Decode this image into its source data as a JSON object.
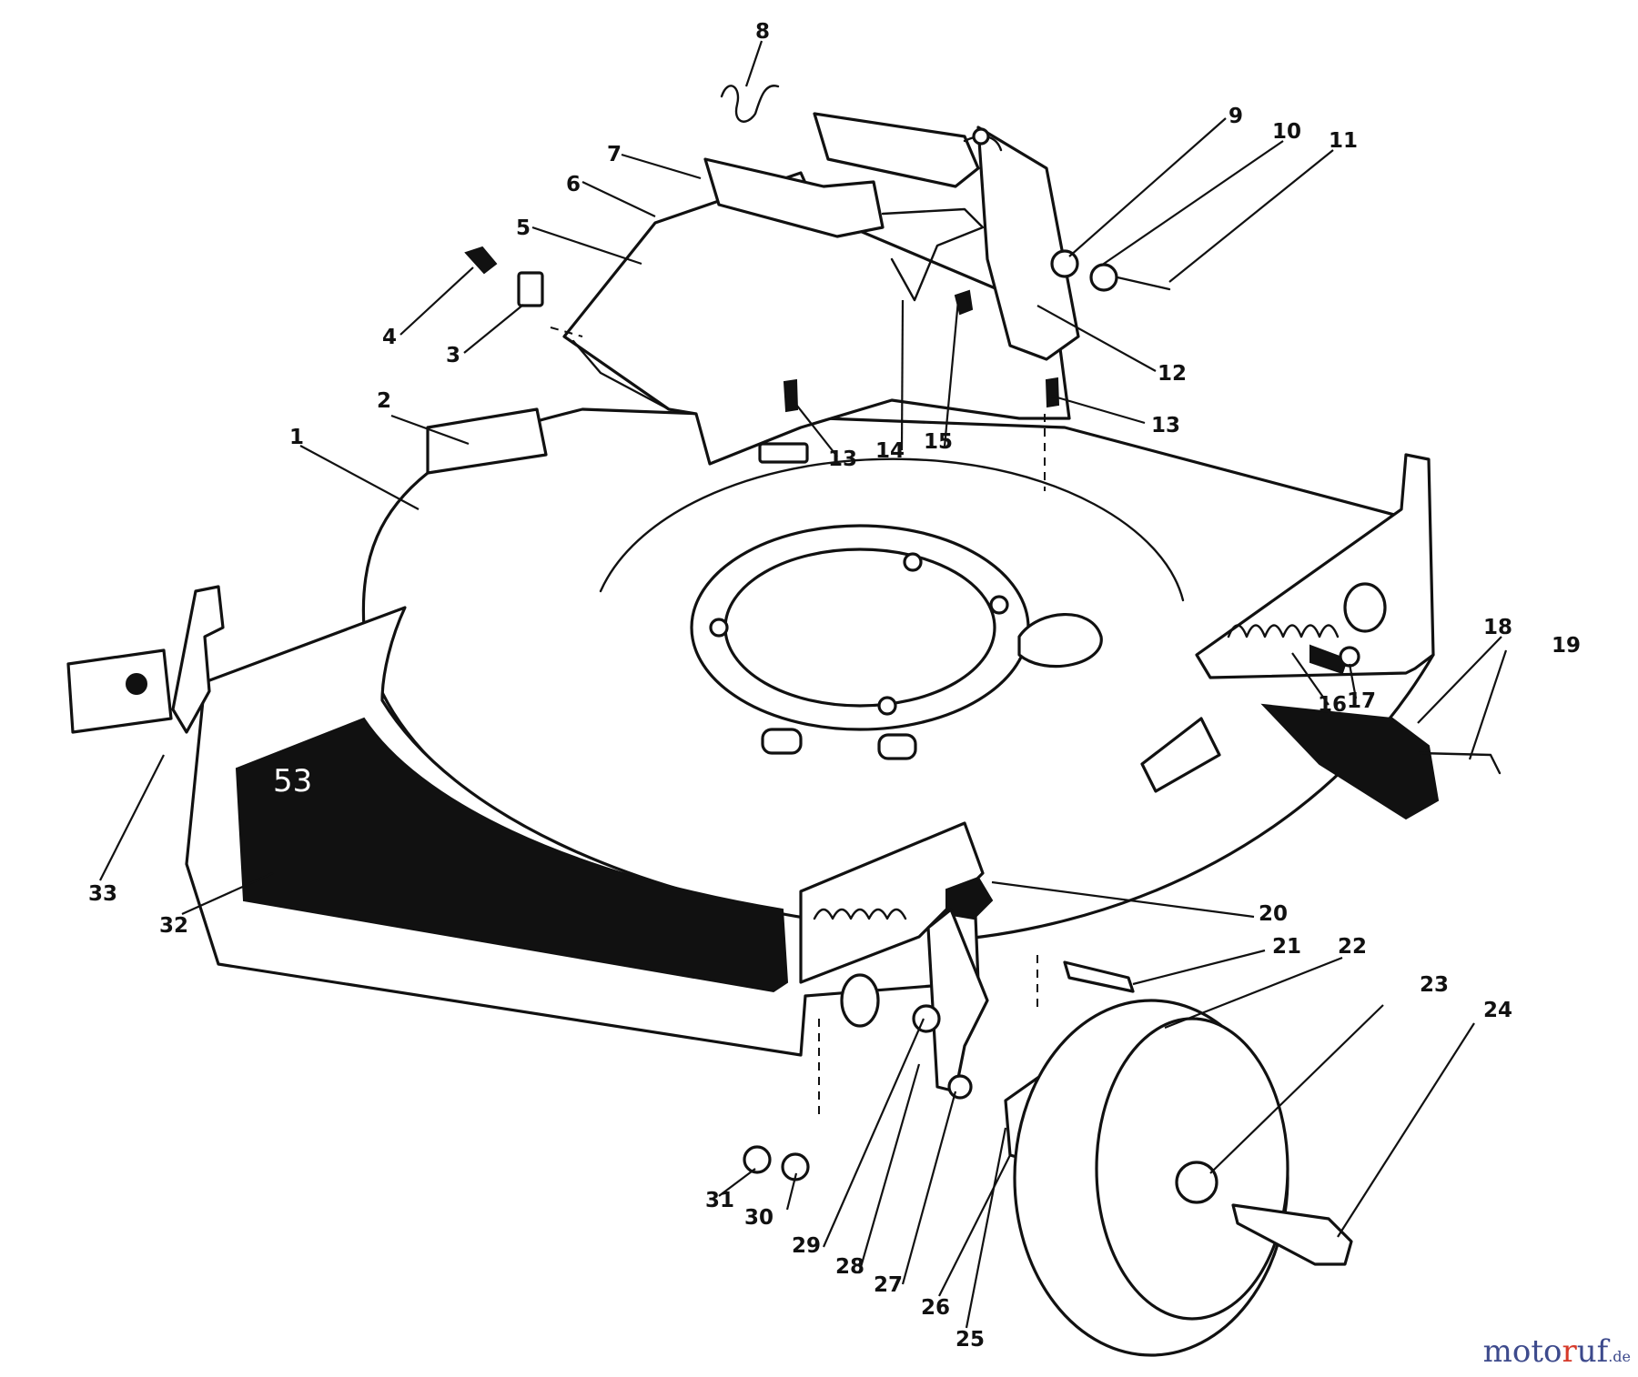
{
  "diagram": {
    "callouts": [
      "1",
      "2",
      "3",
      "4",
      "5",
      "6",
      "7",
      "8",
      "9",
      "10",
      "11",
      "12",
      "13",
      "13",
      "14",
      "15",
      "16",
      "17",
      "18",
      "19",
      "20",
      "21",
      "22",
      "23",
      "24",
      "25",
      "26",
      "27",
      "28",
      "29",
      "30",
      "31",
      "32",
      "33"
    ],
    "deck_label": "53"
  },
  "watermark": {
    "part1": "moto",
    "part2": "r",
    "part3": "uf",
    "tld": ".de"
  }
}
